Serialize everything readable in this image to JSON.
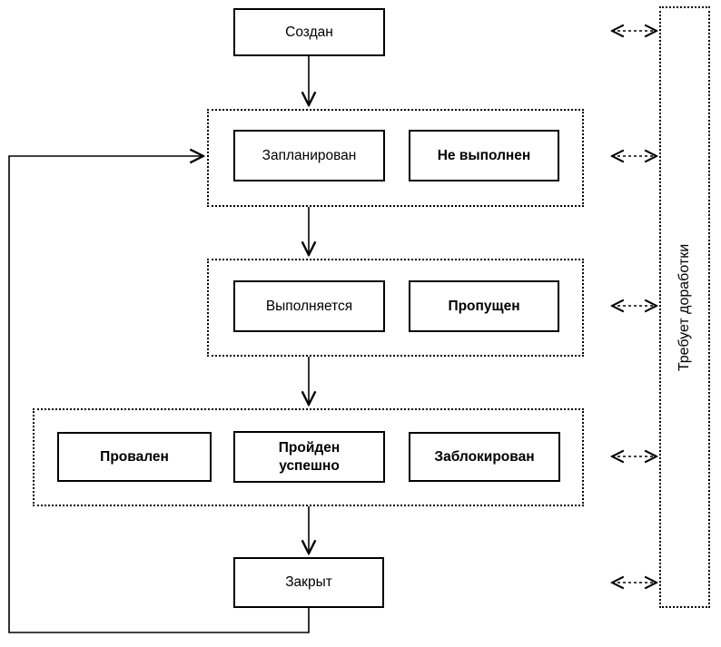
{
  "diagram": {
    "background_color": "#ffffff",
    "line_color": "#000000",
    "nodes": {
      "created": "Создан",
      "planned": "Запланирован",
      "not_executed": "Не выполнен",
      "in_progress": "Выполняется",
      "skipped": "Пропущен",
      "failed": "Провален",
      "passed": "Пройден\nуспешно",
      "blocked": "Заблокирован",
      "closed": "Закрыт",
      "rework_panel": "Требует доработки"
    },
    "groups": [
      {
        "id": "stage-planned",
        "members": [
          "planned",
          "not_executed"
        ]
      },
      {
        "id": "stage-executing",
        "members": [
          "in_progress",
          "skipped"
        ]
      },
      {
        "id": "stage-result",
        "members": [
          "failed",
          "passed",
          "blocked"
        ]
      }
    ],
    "edges": [
      {
        "from": "created",
        "to": "stage-planned",
        "style": "solid-arrow"
      },
      {
        "from": "stage-planned",
        "to": "stage-executing",
        "style": "solid-arrow"
      },
      {
        "from": "stage-executing",
        "to": "stage-result",
        "style": "solid-arrow"
      },
      {
        "from": "stage-result",
        "to": "closed",
        "style": "solid-arrow"
      },
      {
        "from": "closed",
        "to": "stage-planned",
        "style": "solid-arrow-feedback-loop"
      },
      {
        "from": "created",
        "to": "rework_panel",
        "style": "dashed-double-arrow"
      },
      {
        "from": "stage-planned",
        "to": "rework_panel",
        "style": "dashed-double-arrow"
      },
      {
        "from": "stage-executing",
        "to": "rework_panel",
        "style": "dashed-double-arrow"
      },
      {
        "from": "stage-result",
        "to": "rework_panel",
        "style": "dashed-double-arrow"
      },
      {
        "from": "closed",
        "to": "rework_panel",
        "style": "dashed-double-arrow"
      }
    ]
  }
}
